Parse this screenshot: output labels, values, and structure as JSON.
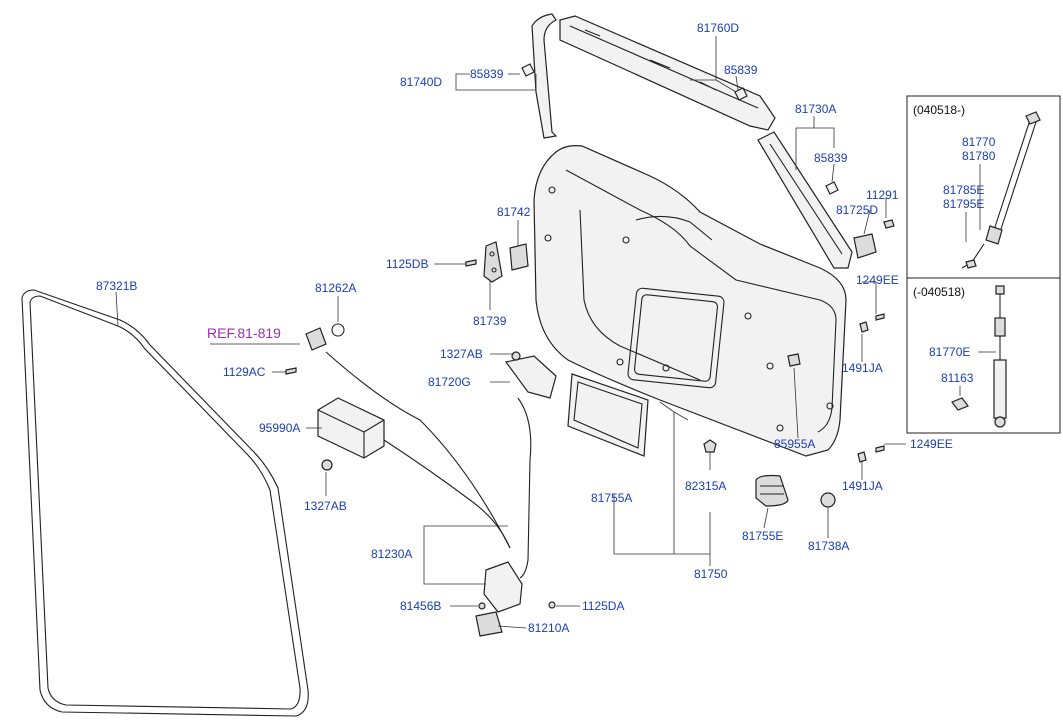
{
  "labels": {
    "l_81760d": "81760D",
    "l_85839_top": "85839",
    "l_85839_left": "85839",
    "l_81740d": "81740D",
    "l_81730a": "81730A",
    "l_85839_right": "85839",
    "l_11291": "11291",
    "l_81725d": "81725D",
    "l_81742": "81742",
    "l_1125db": "1125DB",
    "l_81739": "81739",
    "l_87321b": "87321B",
    "l_81262a": "81262A",
    "l_ref": "REF.81-819",
    "l_1129ac": "1129AC",
    "l_95990a": "95990A",
    "l_1327ab_left": "1327AB",
    "l_1327ab_mid": "1327AB",
    "l_81720g": "81720G",
    "l_1249ee_upper": "1249EE",
    "l_1491ja_upper": "1491JA",
    "l_85955a": "85955A",
    "l_1249ee_lower": "1249EE",
    "l_1491ja_lower": "1491JA",
    "l_81755a": "81755A",
    "l_82315a": "82315A",
    "l_81755e": "81755E",
    "l_81738a": "81738A",
    "l_81750": "81750",
    "l_81230a": "81230A",
    "l_81456b": "81456B",
    "l_1125da": "1125DA",
    "l_81210a": "81210A"
  },
  "inset_new": {
    "title": "(040518-)",
    "l_81770": "81770",
    "l_81780": "81780",
    "l_81785e": "81785E",
    "l_81795e": "81795E"
  },
  "inset_old": {
    "title": "(-040518)",
    "l_81770e": "81770E",
    "l_81163": "81163"
  },
  "colors": {
    "part_label": "#1a3fb4",
    "reference_label": "#9b2fb0",
    "line_art": "#222222"
  }
}
